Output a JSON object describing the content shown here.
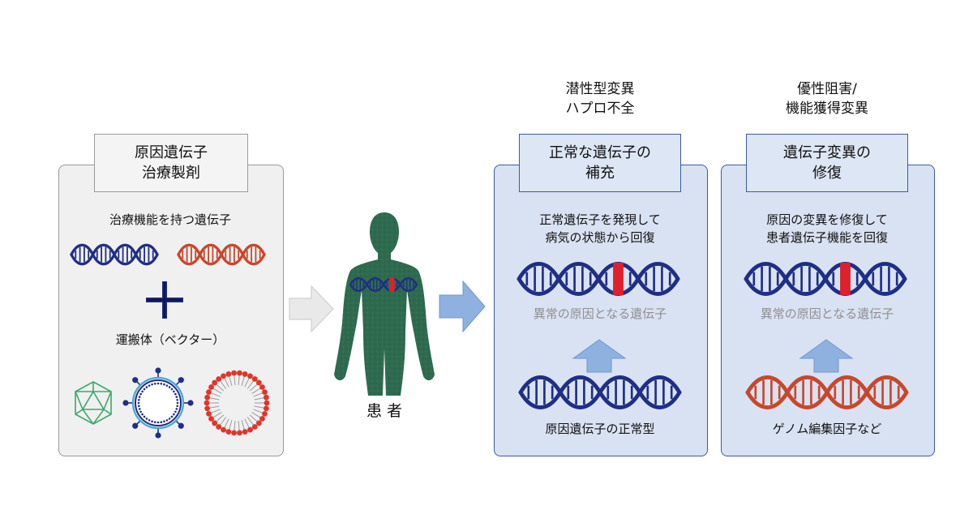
{
  "left_panel": {
    "title_line1": "原因遺伝子",
    "title_line2": "治療製剤",
    "gene_label": "治療機能を持つ遺伝子",
    "vector_label": "運搬体（ベクター）"
  },
  "patient": {
    "label": "患 者"
  },
  "panel_supplement": {
    "above_line1": "潜性型変異",
    "above_line2": "ハプロ不全",
    "title_line1": "正常な遺伝子の",
    "title_line2": "補充",
    "desc_line1": "正常遺伝子を発現して",
    "desc_line2": "病気の状態から回復",
    "abnormal_label": "異常の原因となる遺伝子",
    "bottom_label": "原因遺伝子の正常型"
  },
  "panel_repair": {
    "above_line1": "優性阻害/",
    "above_line2": "機能獲得変異",
    "title_line1": "遺伝子変異の",
    "title_line2": "修復",
    "desc_line1": "原因の変異を修復して",
    "desc_line2": "患者遺伝子機能を回復",
    "abnormal_label": "異常の原因となる遺伝子",
    "bottom_label": "ゲノム編集因子など"
  },
  "colors": {
    "dna_navy": "#1f2e86",
    "dna_red": "#c8472c",
    "mutation_red": "#e0202a",
    "body_green": "#2e6a4e",
    "panel_blue_bg": "#d9e2f2",
    "panel_blue_border": "#3c5aa6",
    "arrow_blue": "#8fb1df",
    "arrow_gray": "#e6e6e6"
  }
}
